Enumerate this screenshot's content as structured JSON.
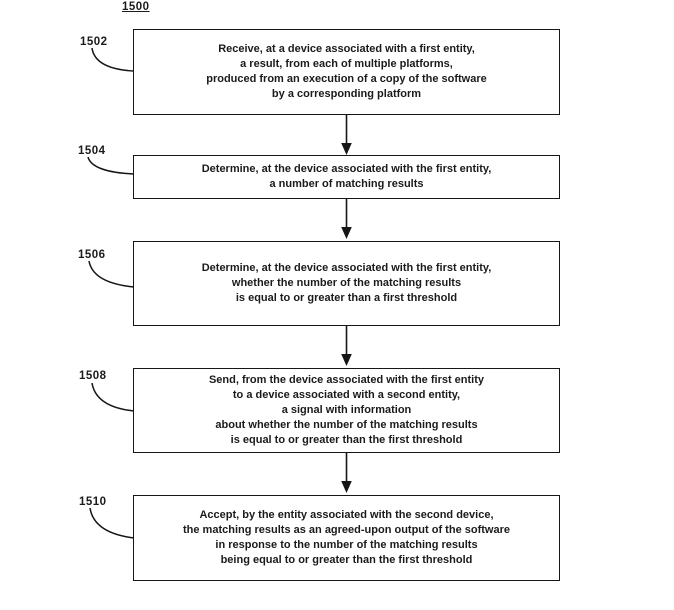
{
  "figure": {
    "ref_label": "1500",
    "ink_color": "#161616",
    "background_color": "#ffffff"
  },
  "steps": [
    {
      "ref": "1502",
      "text": "Receive, at a device associated with a first entity,\na result, from each of multiple platforms,\nproduced from an execution of a copy of the software\nby a corresponding platform"
    },
    {
      "ref": "1504",
      "text": "Determine, at the device associated with the first entity,\na number of matching results"
    },
    {
      "ref": "1506",
      "text": "Determine, at the device associated with the first entity,\nwhether the number of the matching results\nis equal to or greater than a first threshold"
    },
    {
      "ref": "1508",
      "text": "Send, from the device associated with the first entity\nto a device associated with a second entity,\na signal with information\nabout whether the number of the matching results\nis equal to or greater than the first threshold"
    },
    {
      "ref": "1510",
      "text": "Accept, by the entity associated with the second device,\nthe matching results as an agreed-upon output of the software\nin response to the number of the matching results\nbeing equal to or greater than the first threshold"
    }
  ]
}
